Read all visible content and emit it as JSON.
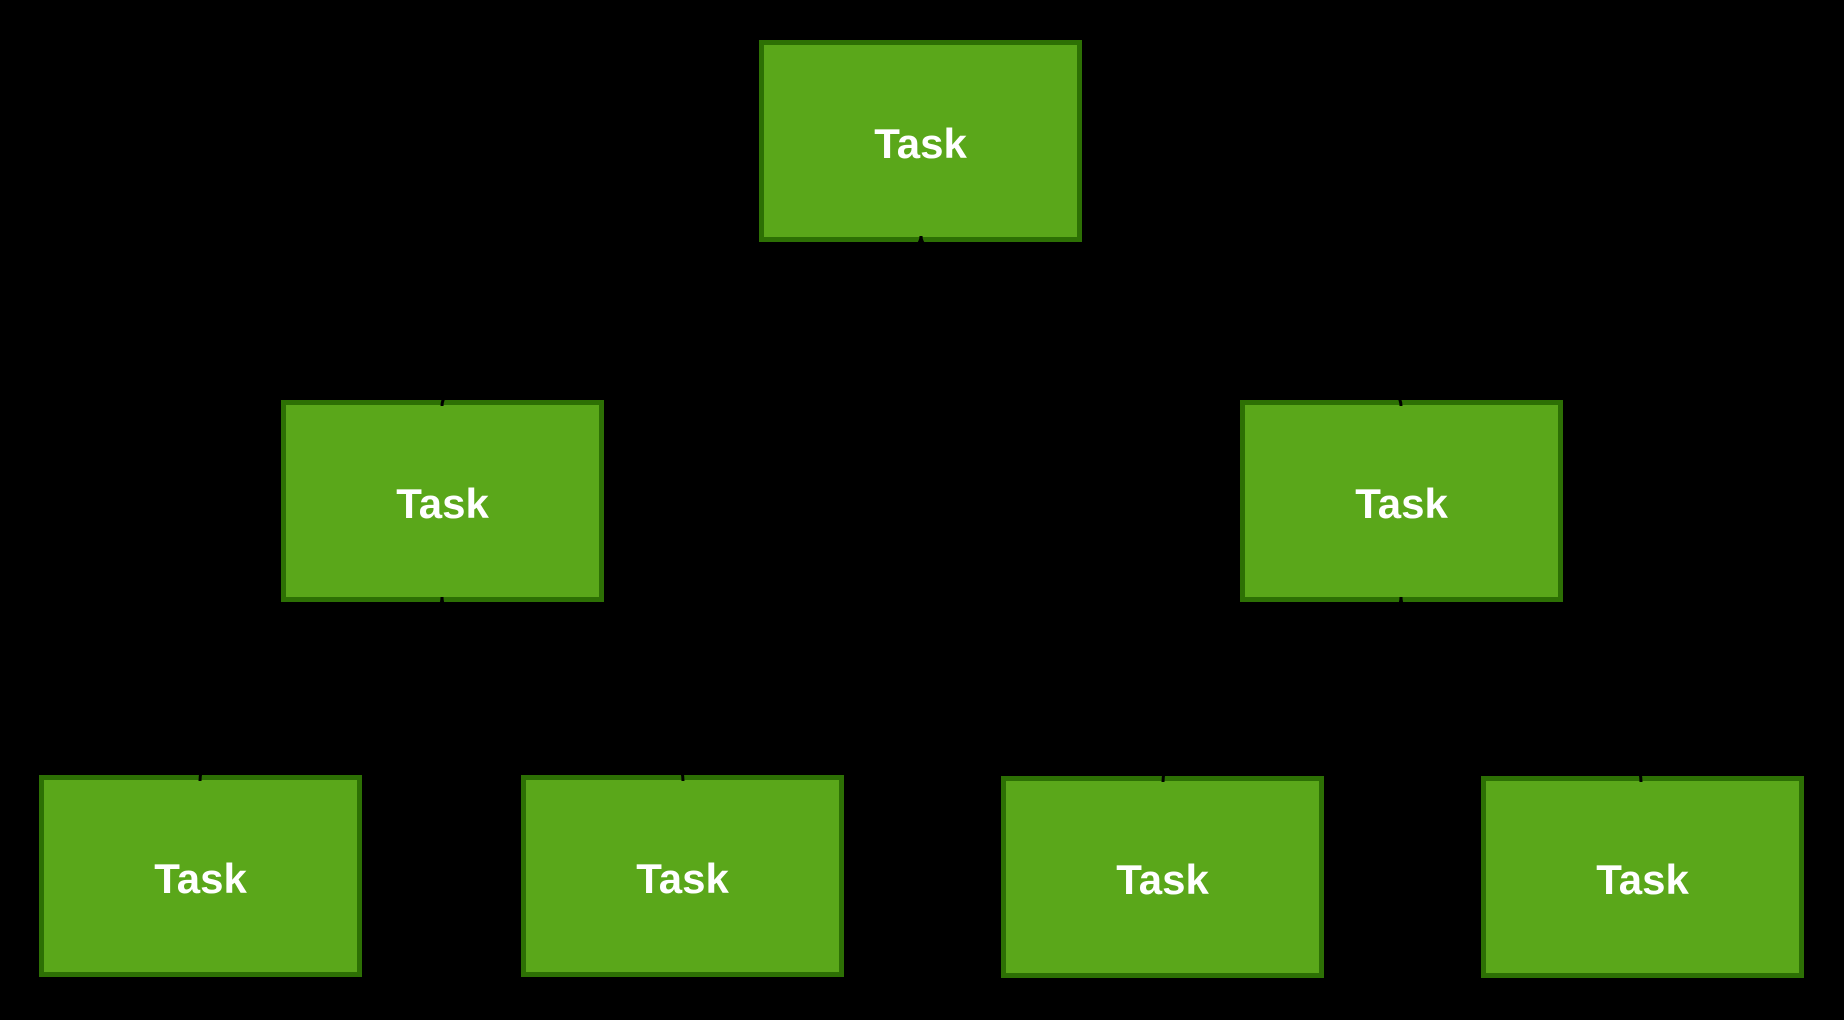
{
  "diagram": {
    "type": "tree",
    "colors": {
      "background": "#000000",
      "node_fill": "#5aa71a",
      "node_border": "#2d7004",
      "edge": "#000000",
      "text": "#ffffff"
    },
    "nodes": [
      {
        "id": "root",
        "label": "Task",
        "level": 1
      },
      {
        "id": "mid-left",
        "label": "Task",
        "level": 2
      },
      {
        "id": "mid-right",
        "label": "Task",
        "level": 2
      },
      {
        "id": "bottom-1",
        "label": "Task",
        "level": 3
      },
      {
        "id": "bottom-2",
        "label": "Task",
        "level": 3
      },
      {
        "id": "bottom-3",
        "label": "Task",
        "level": 3
      },
      {
        "id": "bottom-4",
        "label": "Task",
        "level": 3
      }
    ],
    "edges": [
      {
        "from": "root",
        "to": "mid-left"
      },
      {
        "from": "root",
        "to": "mid-right"
      },
      {
        "from": "mid-left",
        "to": "bottom-1"
      },
      {
        "from": "mid-left",
        "to": "bottom-2"
      },
      {
        "from": "mid-right",
        "to": "bottom-3"
      },
      {
        "from": "mid-right",
        "to": "bottom-4"
      }
    ]
  }
}
